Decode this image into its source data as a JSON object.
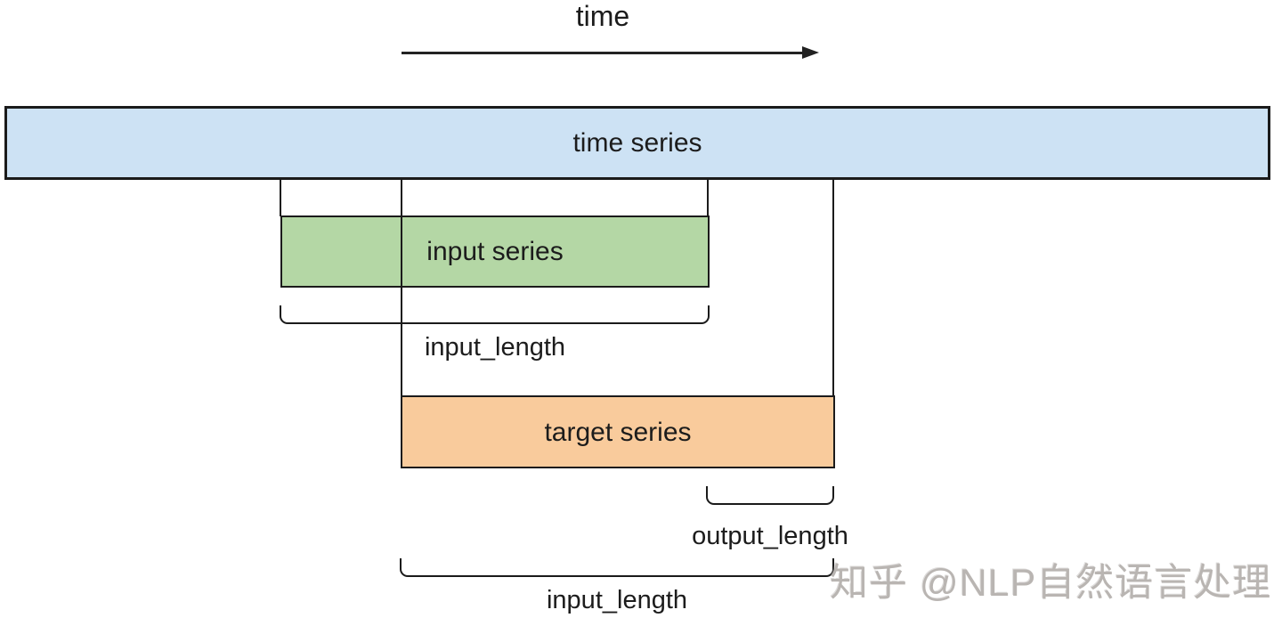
{
  "diagram": {
    "time_axis": {
      "label": "time"
    },
    "bars": {
      "time_series": {
        "label": "time series",
        "fill": "#cde2f4"
      },
      "input_series": {
        "label": "input series",
        "fill": "#b4d7a5"
      },
      "target_series": {
        "label": "target series",
        "fill": "#f9cb9c"
      }
    },
    "annotations": {
      "input_length_top": "input_length",
      "output_length": "output_length",
      "input_length_bottom": "input_length"
    },
    "watermark": "知乎 @NLP自然语言处理",
    "colors": {
      "line": "#1b1b1b",
      "watermark_text": "#b9b5b2"
    }
  }
}
